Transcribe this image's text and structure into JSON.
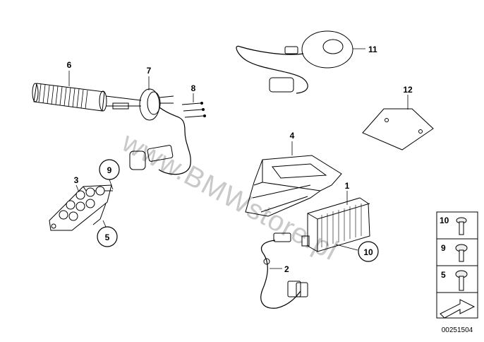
{
  "labels": {
    "p1": "1",
    "p2": "2",
    "p3": "3",
    "p4": "4",
    "p5": "5",
    "p6": "6",
    "p7": "7",
    "p8": "8",
    "p9": "9",
    "p10": "10",
    "p11": "11",
    "p12": "12"
  },
  "legend": {
    "items": [
      "10",
      "9",
      "5"
    ]
  },
  "watermark": "www.BMWstore.pl",
  "document_number": "00251504"
}
